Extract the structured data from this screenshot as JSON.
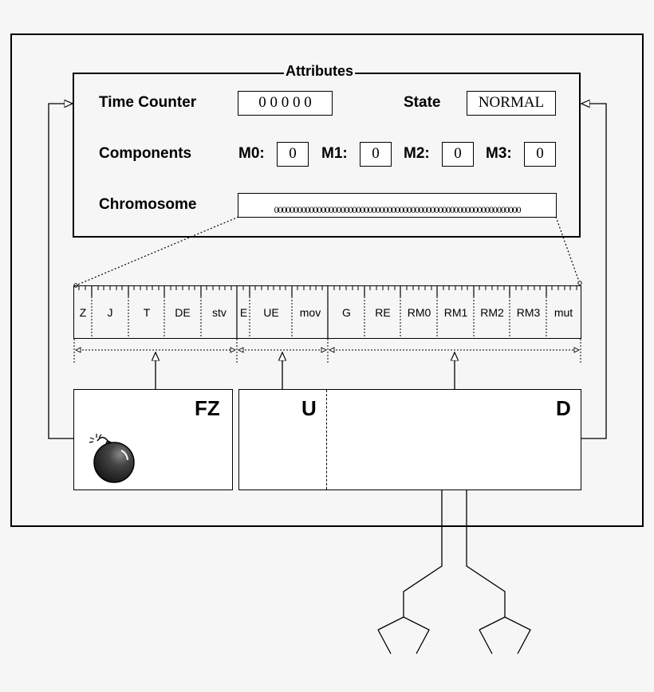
{
  "attributes": {
    "title": "Attributes",
    "time_counter": {
      "label": "Time Counter",
      "value": "0 0 0 0 0"
    },
    "state": {
      "label": "State",
      "value": "NORMAL"
    },
    "components": {
      "label": "Components",
      "items": [
        {
          "label": "M0:",
          "value": "0"
        },
        {
          "label": "M1:",
          "value": "0"
        },
        {
          "label": "M2:",
          "value": "0"
        },
        {
          "label": "M3:",
          "value": "0"
        }
      ]
    },
    "chromosome": {
      "label": "Chromosome",
      "value": "000000000000000000000000000000000000000000000000000000000000000"
    }
  },
  "genes": {
    "group_fz": [
      "Z",
      "J",
      "T",
      "DE",
      "stv"
    ],
    "group_u": [
      "E",
      "UE",
      "mov"
    ],
    "group_d": [
      "G",
      "RE",
      "RM0",
      "RM1",
      "RM2",
      "RM3",
      "mut"
    ]
  },
  "modules": {
    "fz": {
      "label": "FZ",
      "icon": "bomb-icon"
    },
    "u": {
      "label": "U"
    },
    "d": {
      "label": "D"
    }
  }
}
